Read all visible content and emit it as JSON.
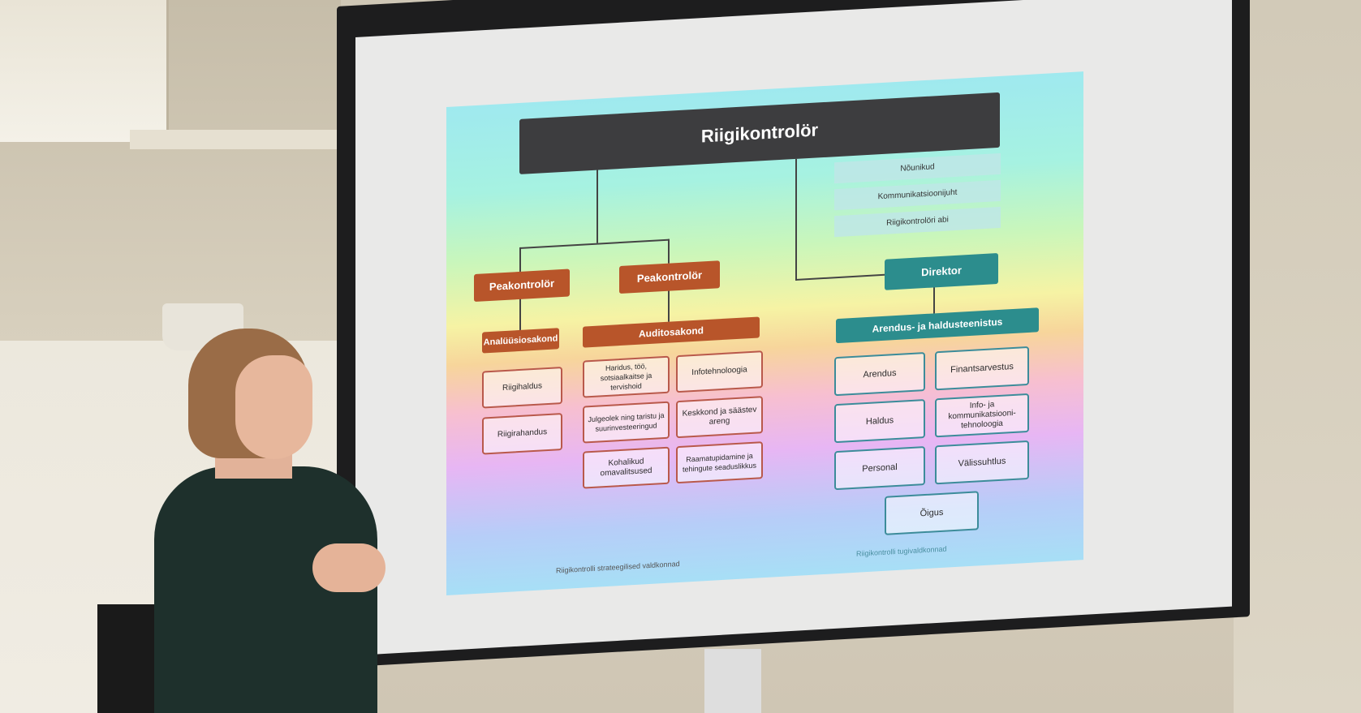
{
  "slide": {
    "title": "Riigikontrolör",
    "advisors": [
      "Nõunikud",
      "Kommunikatsioonijuht",
      "Riigikontrolöri abi"
    ],
    "director": "Direktor",
    "left_head": "Peakontrolör",
    "mid_head": "Peakontrolör",
    "analysis_dept": "Analüüsiosakond",
    "audit_dept": "Auditosakond",
    "support_dept": "Arendus- ja haldusteenistus",
    "analysis_items": [
      "Riigihaldus",
      "Riigirahandus"
    ],
    "audit_items": [
      "Haridus, töö, sotsiaalkaitse ja tervishoid",
      "Infotehnoloogia",
      "Julgeolek ning taristu ja suurinvesteeringud",
      "Keskkond ja säästev areng",
      "Kohalikud omavalitsused",
      "Raamatupidamine ja tehingute seaduslikkus"
    ],
    "support_items": [
      "Arendus",
      "Finantsarvestus",
      "Haldus",
      "Info- ja kommunikatsiooni-tehnoloogia",
      "Personal",
      "Välissuhtlus",
      "Õigus"
    ],
    "footer_left": "Riigikontrolli strateegilised valdkonnad",
    "footer_right": "Riigikontrolli tugivaldkonnad"
  },
  "colors": {
    "title_bar": "#3d3d3f",
    "orange": "#b8552a",
    "teal": "#2c8d8d"
  }
}
